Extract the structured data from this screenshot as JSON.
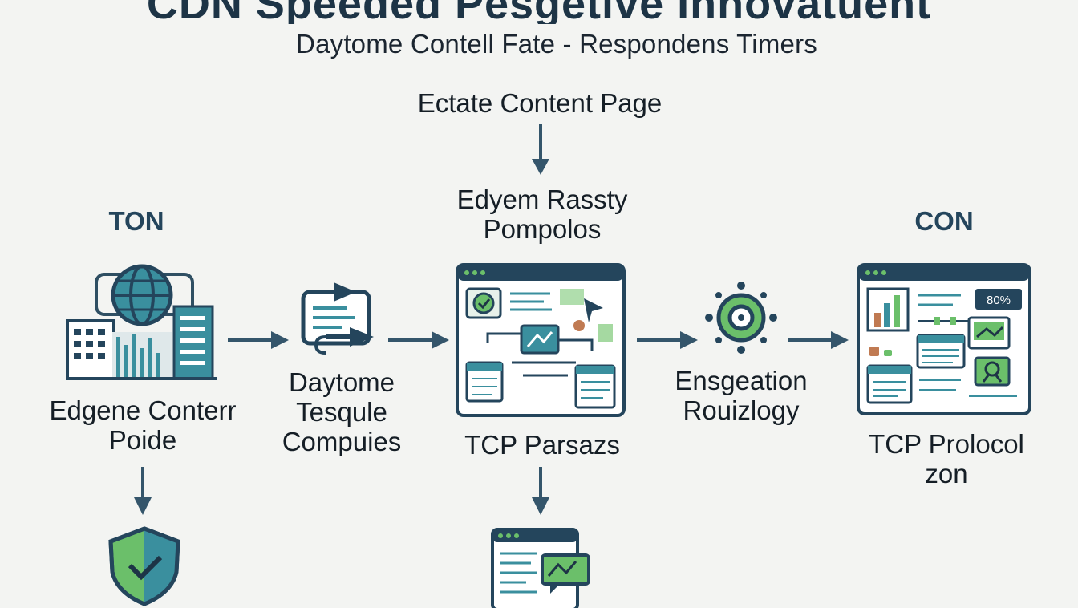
{
  "header": {
    "title": "CDN Speeded Pesgetive Innovatuent",
    "subtitle": "Daytome Contell Fate - Respondens Timers"
  },
  "top": {
    "page_label": "Ectate Content Page",
    "center_label_line1": "Edyem Rassty",
    "center_label_line2": "Pompolos"
  },
  "left": {
    "caption": "TON",
    "label_line1": "Edgene Conterr",
    "label_line2": "Poide"
  },
  "step2": {
    "label_line1": "Daytome",
    "label_line2": "Tesqule",
    "label_line3": "Compuies"
  },
  "center": {
    "label": "TCP Parsazs"
  },
  "step4": {
    "label_line1": "Ensgeation",
    "label_line2": "Rouizlogy"
  },
  "right": {
    "caption": "CON",
    "label_line1": "TCP Prolocol",
    "label_line2": "zon",
    "badge": "80%"
  },
  "colors": {
    "navy": "#24455c",
    "teal": "#3a8f9e",
    "green": "#6bbf6a",
    "arrow": "#34556b",
    "background": "#f3f4f2"
  }
}
